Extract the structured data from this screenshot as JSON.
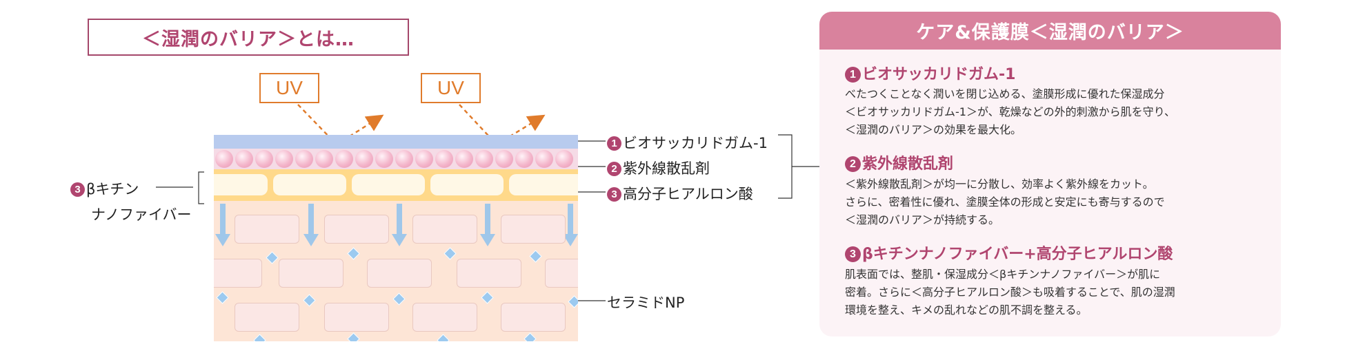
{
  "title": "＜湿潤のバリア＞とは…",
  "uv_labels": [
    "UV",
    "UV"
  ],
  "layer_labels": {
    "n1": "1",
    "label1": "ビオサッカリドガム-1",
    "n2": "2",
    "label2": "紫外線散乱剤",
    "n3": "3",
    "label3": "高分子ヒアルロン酸",
    "left_n": "3",
    "left_line1": "βキチン",
    "left_line2": "ナノファイバー",
    "ceramide": "セラミドNP"
  },
  "colors": {
    "accent": "#b0456f",
    "header": "#d9829d",
    "uv": "#e07b2b",
    "panel_bg": "#fcf3f6"
  },
  "panel": {
    "header": "ケア&保護膜＜湿潤のバリア＞",
    "sections": [
      {
        "num": "1",
        "title": "ビオサッカリドガム-1",
        "lines": [
          "べたつくことなく潤いを閉じ込める、塗膜形成に優れた保湿成分",
          "＜ビオサッカリドガム-1＞が、乾燥などの外的刺激から肌を守り、",
          "＜湿潤のバリア＞の効果を最大化。"
        ]
      },
      {
        "num": "2",
        "title": "紫外線散乱剤",
        "lines": [
          "＜紫外線散乱剤＞が均一に分散し、効率よく紫外線をカット。",
          "さらに、密着性に優れ、塗膜全体の形成と安定にも寄与するので",
          "＜湿潤のバリア＞が持続する。"
        ]
      },
      {
        "num": "3",
        "title": "βキチンナノファイバー+高分子ヒアルロン酸",
        "lines": [
          "肌表面では、整肌・保湿成分＜βキチンナノファイバー＞が肌に",
          "密着。さらに＜高分子ヒアルロン酸＞も吸着することで、肌の湿潤",
          "環境を整え、キメの乱れなどの肌不調を整える。"
        ]
      }
    ]
  }
}
